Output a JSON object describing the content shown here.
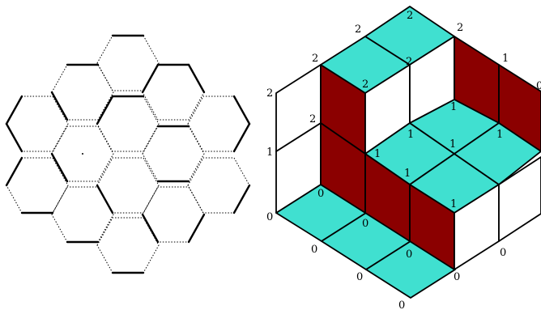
{
  "colors": {
    "cyan": "#40E0D0",
    "maroon": "#8B0000",
    "edge": "#000000",
    "background": "#ffffff"
  },
  "labels": {
    "left_frame": [
      "0",
      "1",
      "2"
    ],
    "top_back": [
      "2",
      "2",
      "2"
    ],
    "right_frame": [
      "2",
      "1",
      "0"
    ],
    "bottom_front": [
      "0",
      "0",
      "0",
      "0"
    ],
    "inner": [
      "2",
      "2",
      "2",
      "1",
      "1",
      "1",
      "1",
      "1",
      "1",
      "1",
      "0",
      "0",
      "0",
      "0"
    ]
  }
}
